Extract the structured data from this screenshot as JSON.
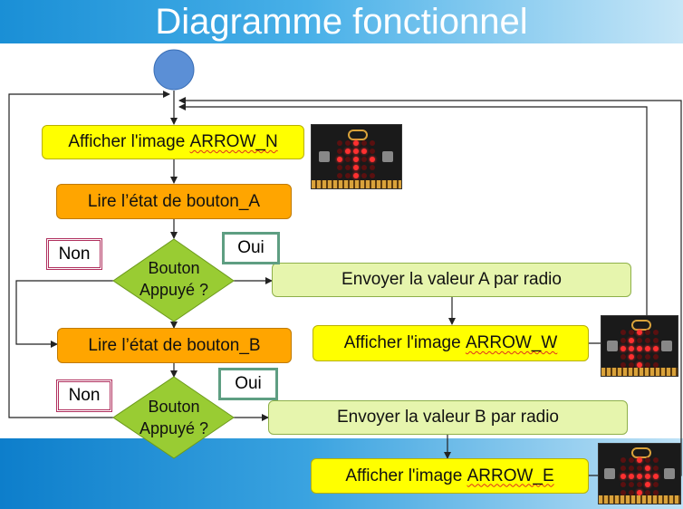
{
  "title": "Diagramme fonctionnel",
  "boxes": {
    "afficher_n_prefix": "Afficher l'image ",
    "afficher_n_value": "ARROW_N",
    "lire_a": "Lire l’état de bouton_A",
    "envoyer_a": "Envoyer la valeur A par radio",
    "afficher_w_prefix": "Afficher l'image ",
    "afficher_w_value": "ARROW_W",
    "lire_b": "Lire l’état de bouton_B",
    "envoyer_b": "Envoyer la valeur B par radio",
    "afficher_e_prefix": "Afficher l'image ",
    "afficher_e_value": "ARROW_E"
  },
  "decisions": {
    "a_line1": "Bouton",
    "a_line2": "Appuyé ?",
    "b_line1": "Bouton",
    "b_line2": "Appuyé ?"
  },
  "labels": {
    "non_a": "Non",
    "oui_a": "Oui",
    "non_b": "Non",
    "oui_b": "Oui"
  },
  "colors": {
    "start_circle": "#5b8fd6",
    "yellow_box": "#ffff00",
    "orange_box": "#ffa500",
    "green_box": "#e6f5ad",
    "diamond": "#99cc33"
  }
}
